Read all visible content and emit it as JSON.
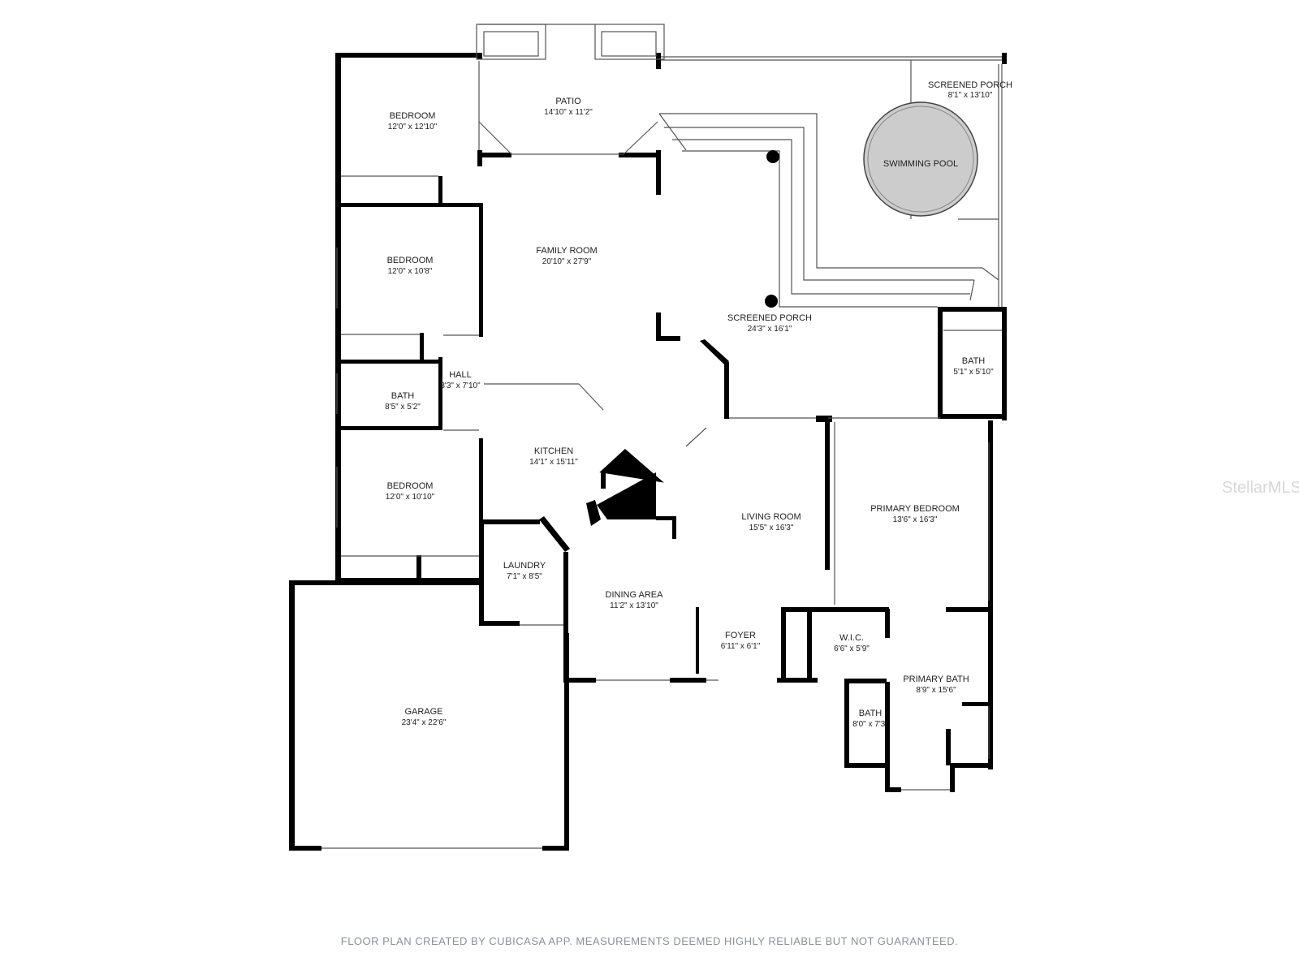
{
  "rooms": [
    {
      "id": "bedroom-1",
      "name": "BEDROOM",
      "dims": "12'0\" x 12'10\""
    },
    {
      "id": "patio",
      "name": "PATIO",
      "dims": "14'10\" x 11'2\""
    },
    {
      "id": "screened-porch-pool",
      "name": "SCREENED PORCH",
      "dims": "8'1\" x 13'10\""
    },
    {
      "id": "swimming-pool",
      "name": "SWIMMING POOL",
      "dims": ""
    },
    {
      "id": "bedroom-2",
      "name": "BEDROOM",
      "dims": "12'0\" x 10'8\""
    },
    {
      "id": "family-room",
      "name": "FAMILY ROOM",
      "dims": "20'10\" x 27'9\""
    },
    {
      "id": "screened-porch",
      "name": "SCREENED PORCH",
      "dims": "24'3\" x 16'1\""
    },
    {
      "id": "bath-porch",
      "name": "BATH",
      "dims": "5'1\" x 5'10\""
    },
    {
      "id": "hall",
      "name": "HALL",
      "dims": "3'3\" x 7'10\""
    },
    {
      "id": "bath-hall",
      "name": "BATH",
      "dims": "8'5\" x 5'2\""
    },
    {
      "id": "kitchen",
      "name": "KITCHEN",
      "dims": "14'1\" x 15'11\""
    },
    {
      "id": "bedroom-3",
      "name": "BEDROOM",
      "dims": "12'0\" x 10'10\""
    },
    {
      "id": "living-room",
      "name": "LIVING ROOM",
      "dims": "15'5\" x 16'3\""
    },
    {
      "id": "primary-bedroom",
      "name": "PRIMARY BEDROOM",
      "dims": "13'6\" x 16'3\""
    },
    {
      "id": "laundry",
      "name": "LAUNDRY",
      "dims": "7'1\" x 8'5\""
    },
    {
      "id": "dining-area",
      "name": "DINING AREA",
      "dims": "11'2\" x 13'10\""
    },
    {
      "id": "foyer",
      "name": "FOYER",
      "dims": "6'11\" x 6'1\""
    },
    {
      "id": "wic",
      "name": "W.I.C.",
      "dims": "6'6\" x 5'9\""
    },
    {
      "id": "primary-bath",
      "name": "PRIMARY BATH",
      "dims": "8'9\" x 15'6\""
    },
    {
      "id": "bath-small",
      "name": "BATH",
      "dims": "8'0\" x 7'3\""
    },
    {
      "id": "garage",
      "name": "GARAGE",
      "dims": "23'4\" x 22'6\""
    }
  ],
  "footer": "FLOOR PLAN CREATED BY CUBICASA APP. MEASUREMENTS DEEMED HIGHLY RELIABLE BUT NOT GUARANTEED.",
  "watermark": "StellarMLS",
  "colors": {
    "wall": "#000000",
    "pool": "#cccccc",
    "footer": "#8a8f98"
  }
}
